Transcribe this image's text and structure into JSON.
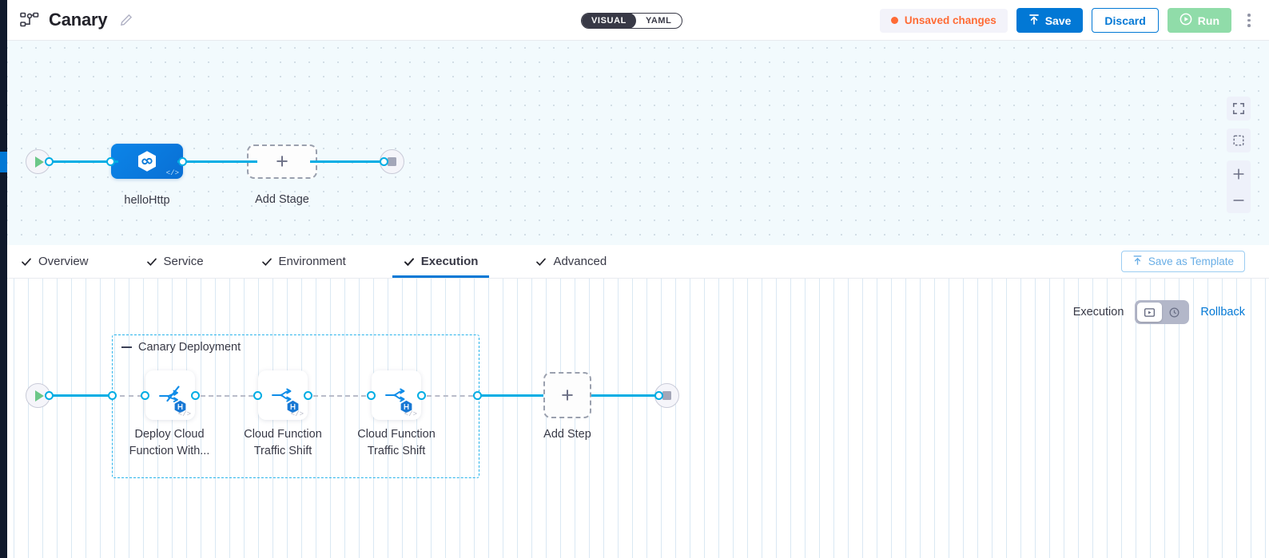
{
  "header": {
    "pipeline_icon": "pipeline-nodes-icon",
    "title": "Canary",
    "edit_icon": "pencil-icon",
    "mode_toggle": {
      "options": [
        "VISUAL",
        "YAML"
      ],
      "selected": "VISUAL"
    },
    "unsaved_label": "Unsaved changes",
    "save_label": "Save",
    "discard_label": "Discard",
    "run_label": "Run",
    "kebab_icon": "more-vertical-icon",
    "accent_blue": "#0278d5",
    "accent_orange": "#ff6b35",
    "accent_green": "#90dca9"
  },
  "stage_canvas": {
    "controls": [
      "fullscreen-icon",
      "fit-to-screen-icon",
      "zoom-in-icon",
      "zoom-out-icon"
    ],
    "start_icon": "play-icon",
    "end_icon": "stop-icon",
    "stages": [
      {
        "name": "helloHttp",
        "icon": "cloud-function-hex-icon",
        "badge": "</>"
      }
    ],
    "add_stage_label": "Add Stage",
    "add_icon": "plus-icon"
  },
  "tabs": {
    "items": [
      {
        "label": "Overview",
        "checked": true,
        "active": false
      },
      {
        "label": "Service",
        "checked": true,
        "active": false
      },
      {
        "label": "Environment",
        "checked": true,
        "active": false
      },
      {
        "label": "Execution",
        "checked": true,
        "active": true
      },
      {
        "label": "Advanced",
        "checked": true,
        "active": false
      }
    ],
    "save_as_template_label": "Save as Template",
    "save_as_template_icon": "template-upload-icon"
  },
  "execution_canvas": {
    "execution_label": "Execution",
    "view_toggle": {
      "options": [
        "execution-view-icon",
        "rollback-view-icon"
      ],
      "selected": "execution-view-icon"
    },
    "rollback_label": "Rollback",
    "start_icon": "play-icon",
    "end_icon": "stop-icon",
    "group": {
      "label": "Canary Deployment",
      "collapse_icon": "collapse-dash-icon",
      "steps": [
        {
          "label": "Deploy Cloud\nFunction With...",
          "icon": "deploy-cloud-function-icon",
          "badge": "</>",
          "hex_badge": "harness-hex-icon"
        },
        {
          "label": "Cloud Function\nTraffic Shift",
          "icon": "traffic-shift-icon",
          "badge": "</>",
          "hex_badge": "harness-hex-icon"
        },
        {
          "label": "Cloud Function\nTraffic Shift",
          "icon": "traffic-shift-icon",
          "badge": "</>",
          "hex_badge": "harness-hex-icon"
        }
      ]
    },
    "add_step_label": "Add Step",
    "add_icon": "plus-icon"
  }
}
